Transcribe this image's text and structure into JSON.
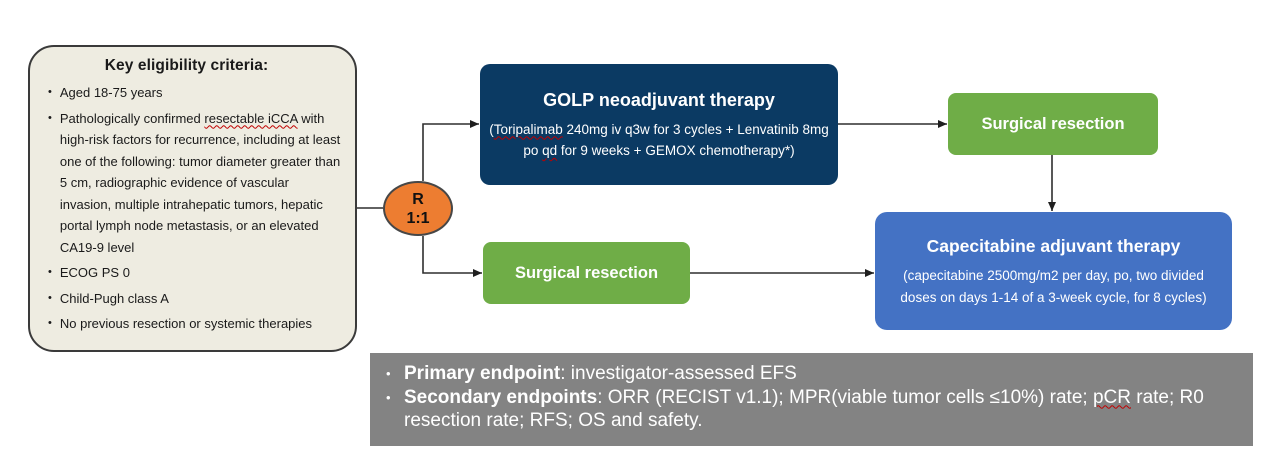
{
  "colors": {
    "navy": "#0B3A63",
    "green": "#6FAD47",
    "blue": "#4472C4",
    "orange": "#ED7D31",
    "gray": "#838383",
    "beige": "#EEECE1",
    "line": "#2F2F2F",
    "squiggle": "#C00000",
    "white": "#FFFFFF",
    "text_dark": "#1A1A1A"
  },
  "eligibility": {
    "title": "Key eligibility criteria:",
    "bullet_glyph": "•",
    "items": [
      [
        {
          "t": "Aged 18-75 years"
        }
      ],
      [
        {
          "t": "Pathologically confirmed "
        },
        {
          "t": "resectable iCCA",
          "sq": true
        },
        {
          "t": " with high-risk factors for recurrence, including at least one of the following: tumor diameter greater than 5 cm, radiographic evidence of vascular invasion, multiple intrahepatic tumors, hepatic portal lymph node metastasis, or an elevated CA19-9 level"
        }
      ],
      [
        {
          "t": "ECOG PS 0"
        }
      ],
      [
        {
          "t": "Child-Pugh class A"
        }
      ],
      [
        {
          "t": "No previous resection or systemic therapies"
        }
      ]
    ]
  },
  "randomization": {
    "top": "R",
    "bottom": "1:1"
  },
  "neoadjuvant": {
    "title": "GOLP neoadjuvant therapy",
    "detail": [
      {
        "t": "("
      },
      {
        "t": "Toripalimab",
        "sq": true
      },
      {
        "t": " 240mg iv q3w for 3 cycles + Lenvatinib 8mg po "
      },
      {
        "t": "qd",
        "sq": true
      },
      {
        "t": " for 9 weeks + GEMOX chemotherapy*)"
      }
    ]
  },
  "surgery_top": {
    "label": "Surgical resection"
  },
  "surgery_bottom": {
    "label": "Surgical resection"
  },
  "adjuvant": {
    "title": "Capecitabine adjuvant therapy",
    "detail": "(capecitabine 2500mg/m2 per day, po, two divided doses on days 1-14 of a 3-week cycle, for 8 cycles)"
  },
  "endpoints": {
    "bullet_glyph": "•",
    "items": [
      [
        {
          "t": "Primary endpoint",
          "b": true
        },
        {
          "t": ": investigator-assessed EFS"
        }
      ],
      [
        {
          "t": "Secondary endpoints",
          "b": true
        },
        {
          "t": ": ORR (RECIST v1.1); MPR(viable tumor cells ≤10%) rate; "
        },
        {
          "t": "pCR",
          "sq": true
        },
        {
          "t": " rate; R0 resection rate; RFS; OS and safety."
        }
      ]
    ]
  }
}
